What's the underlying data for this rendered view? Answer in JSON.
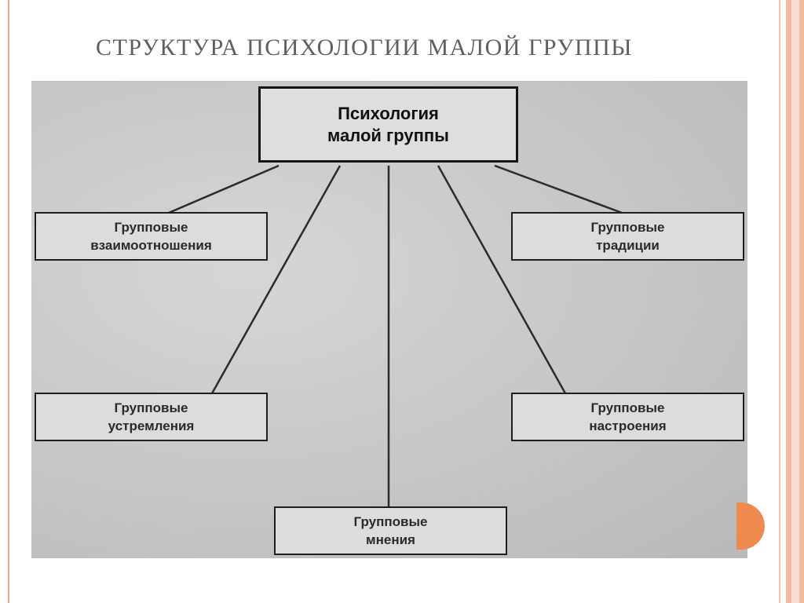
{
  "slide": {
    "title": "Структура психологии малой группы"
  },
  "diagram": {
    "root": {
      "line1": "Психология",
      "line2": "малой группы"
    },
    "nodes": [
      {
        "id": "relationships",
        "line1": "Групповые",
        "line2": "взаимоотношения"
      },
      {
        "id": "traditions",
        "line1": "Групповые",
        "line2": "традиции"
      },
      {
        "id": "aspirations",
        "line1": "Групповые",
        "line2": "устремления"
      },
      {
        "id": "moods",
        "line1": "Групповые",
        "line2": "настроения"
      },
      {
        "id": "opinions",
        "line1": "Групповые",
        "line2": "мнения"
      }
    ]
  },
  "colors": {
    "accent": "#ef8a4f",
    "frame": "#f2b9a2",
    "title": "#5f5f5f"
  }
}
